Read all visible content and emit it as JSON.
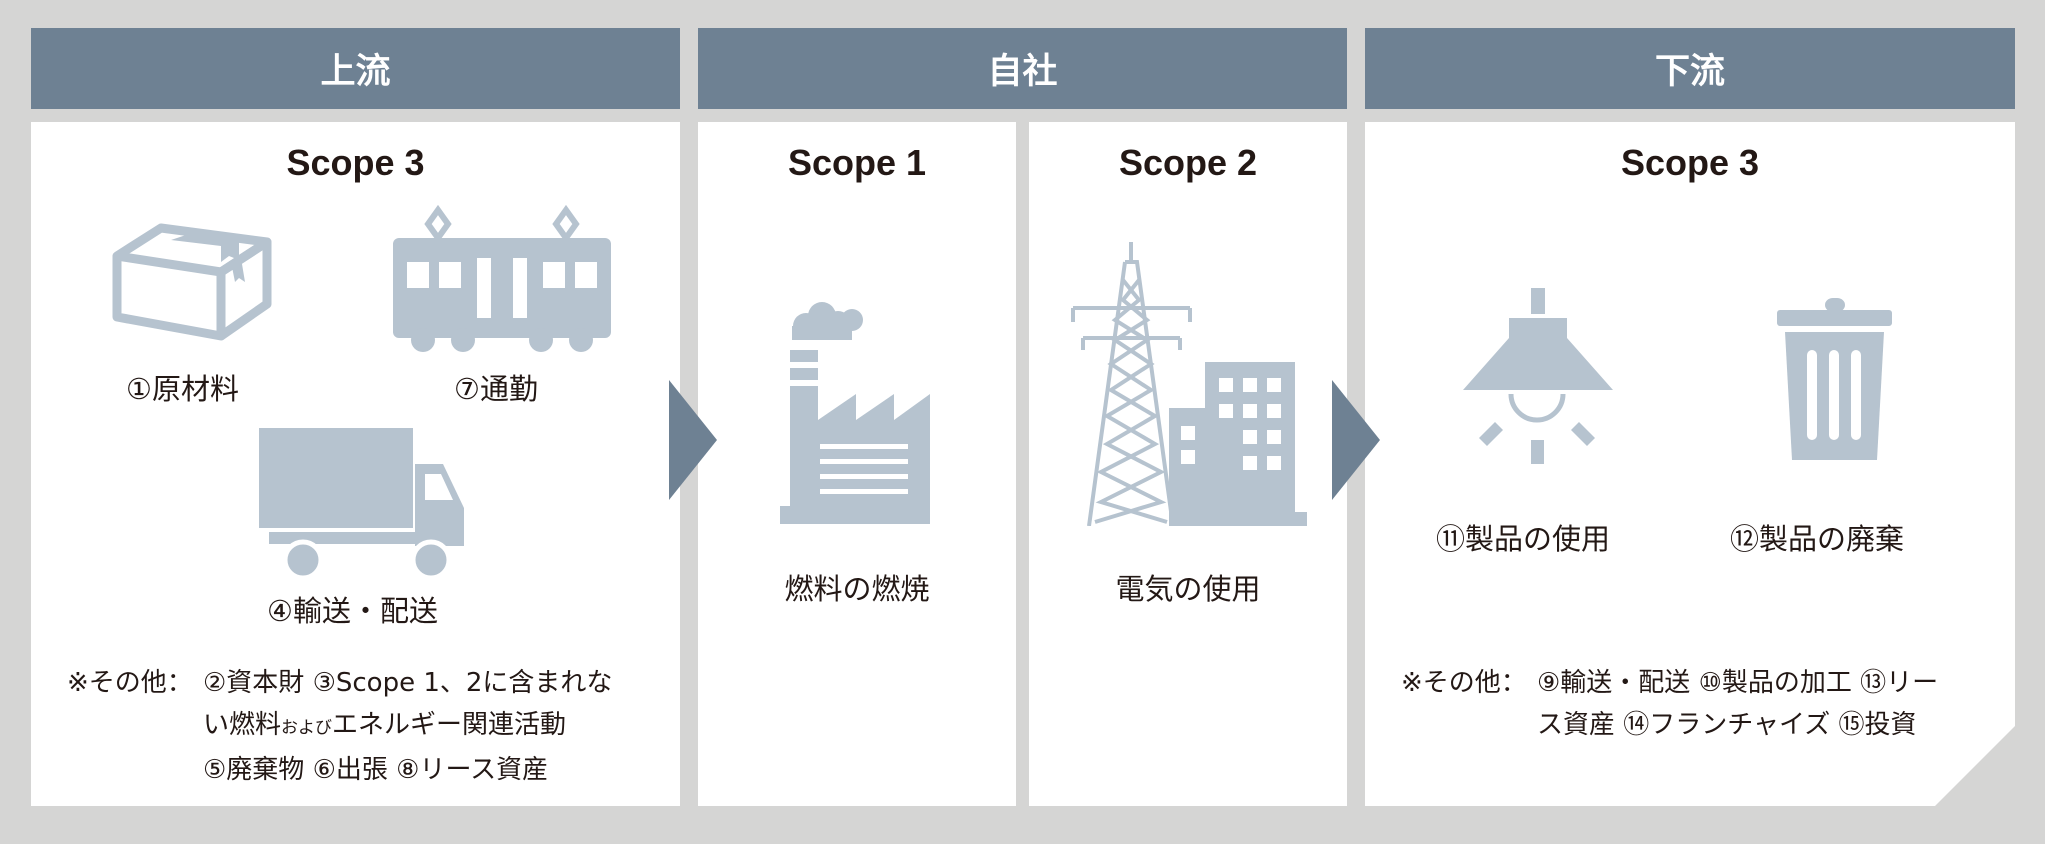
{
  "headers": {
    "upstream": "上流",
    "company": "自社",
    "downstream": "下流"
  },
  "upstream": {
    "scope_title": "Scope 3",
    "items": {
      "raw_materials": "①原材料",
      "commuting": "⑦通勤",
      "transport": "④輸送・配送"
    },
    "note": {
      "lead": "※その他：",
      "line1": "②資本財 ③Scope 1、2に含まれな",
      "line2_a": "い燃料",
      "line2_small": "および",
      "line2_b": "エネルギー関連活動",
      "line3": "⑤廃棄物 ⑥出張 ⑧リース資産"
    }
  },
  "scope1": {
    "scope_title": "Scope 1",
    "label": "燃料の燃焼"
  },
  "scope2": {
    "scope_title": "Scope 2",
    "label": "電気の使用"
  },
  "downstream": {
    "scope_title": "Scope 3",
    "items": {
      "product_use": "⑪製品の使用",
      "product_disposal": "⑫製品の廃棄"
    },
    "note": {
      "lead": "※その他：",
      "line1": "⑨輸送・配送 ⑩製品の加工 ⑬リー",
      "line2": "ス資産 ⑭フランチャイズ ⑮投資"
    }
  },
  "colors": {
    "background": "#d5d5d4",
    "header": "#6e8193",
    "icon": "#b6c3cf",
    "arrow": "#6e8193",
    "text": "#231815"
  },
  "icons": {
    "box": "cardboard-box-icon",
    "train": "train-icon",
    "truck": "truck-icon",
    "factory": "factory-icon",
    "tower": "power-tower-icon",
    "building": "building-icon",
    "lamp": "lamp-icon",
    "trash": "trash-can-icon"
  }
}
